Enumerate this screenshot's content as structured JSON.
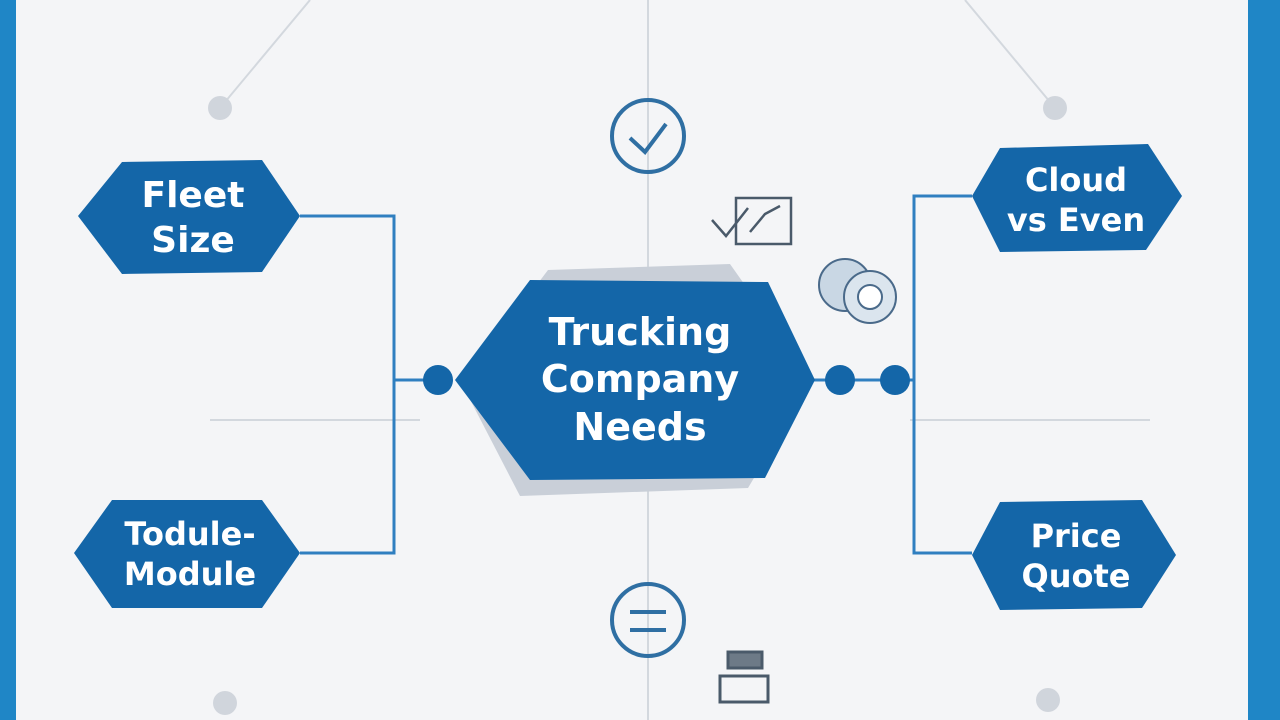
{
  "diagram": {
    "center_node": {
      "lines": [
        "Trucking",
        "Company",
        "Needs"
      ]
    },
    "left_nodes": [
      {
        "lines": [
          "Fleet",
          "Size"
        ]
      },
      {
        "lines": [
          "Todule-",
          "Module"
        ]
      }
    ],
    "right_nodes": [
      {
        "lines": [
          "Cloud",
          "vs Even"
        ]
      },
      {
        "lines": [
          "Price",
          "Quote"
        ]
      }
    ],
    "icons": [
      "check-circle-icon",
      "checkbox-screen-icon",
      "user-group-icon",
      "menu-circle-icon",
      "monitor-icon"
    ],
    "colors": {
      "node_fill": "#1466a8",
      "node_shadow": "#c9cfd8",
      "connector": "#2f7fc0",
      "faint_line": "#d3d8de",
      "background": "#f4f5f7",
      "frame": "#1f86c6"
    }
  }
}
